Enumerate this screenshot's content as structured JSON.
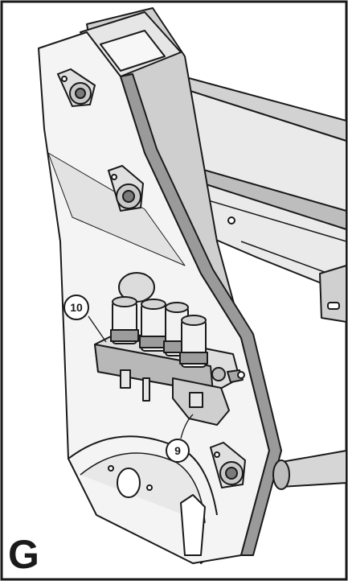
{
  "figure": {
    "panel_label": "G",
    "callouts": [
      {
        "number": "10",
        "part": "hydraulic-quick-coupler-block"
      },
      {
        "number": "9",
        "part": "coupler-mounting-bracket"
      }
    ]
  },
  "colors": {
    "line": "#1a1a1a",
    "shade_dark": "#6f6f6f",
    "shade_mid": "#b5b5b5",
    "shade_light": "#dcdcdc",
    "fill": "#f4f4f4"
  }
}
